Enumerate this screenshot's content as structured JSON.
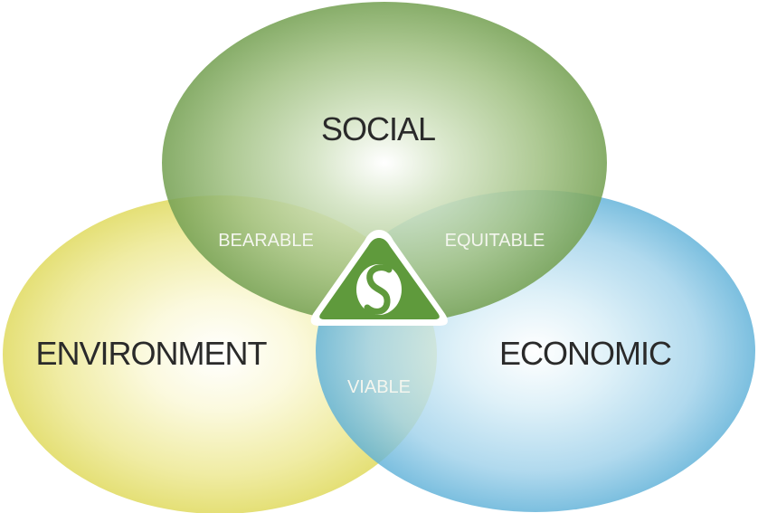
{
  "diagram": {
    "circles": {
      "social": {
        "label": "SOCIAL",
        "color": "#7aa55a"
      },
      "environment": {
        "label": "ENVIRONMENT",
        "color": "#e6e278"
      },
      "economic": {
        "label": "ECONOMIC",
        "color": "#62b3d9"
      }
    },
    "overlaps": {
      "social_environment": "BEARABLE",
      "social_economic": "EQUITABLE",
      "environment_economic": "VIABLE"
    },
    "center": {
      "icon": "sustainability-s-logo",
      "color": "#5f9a3c"
    }
  }
}
